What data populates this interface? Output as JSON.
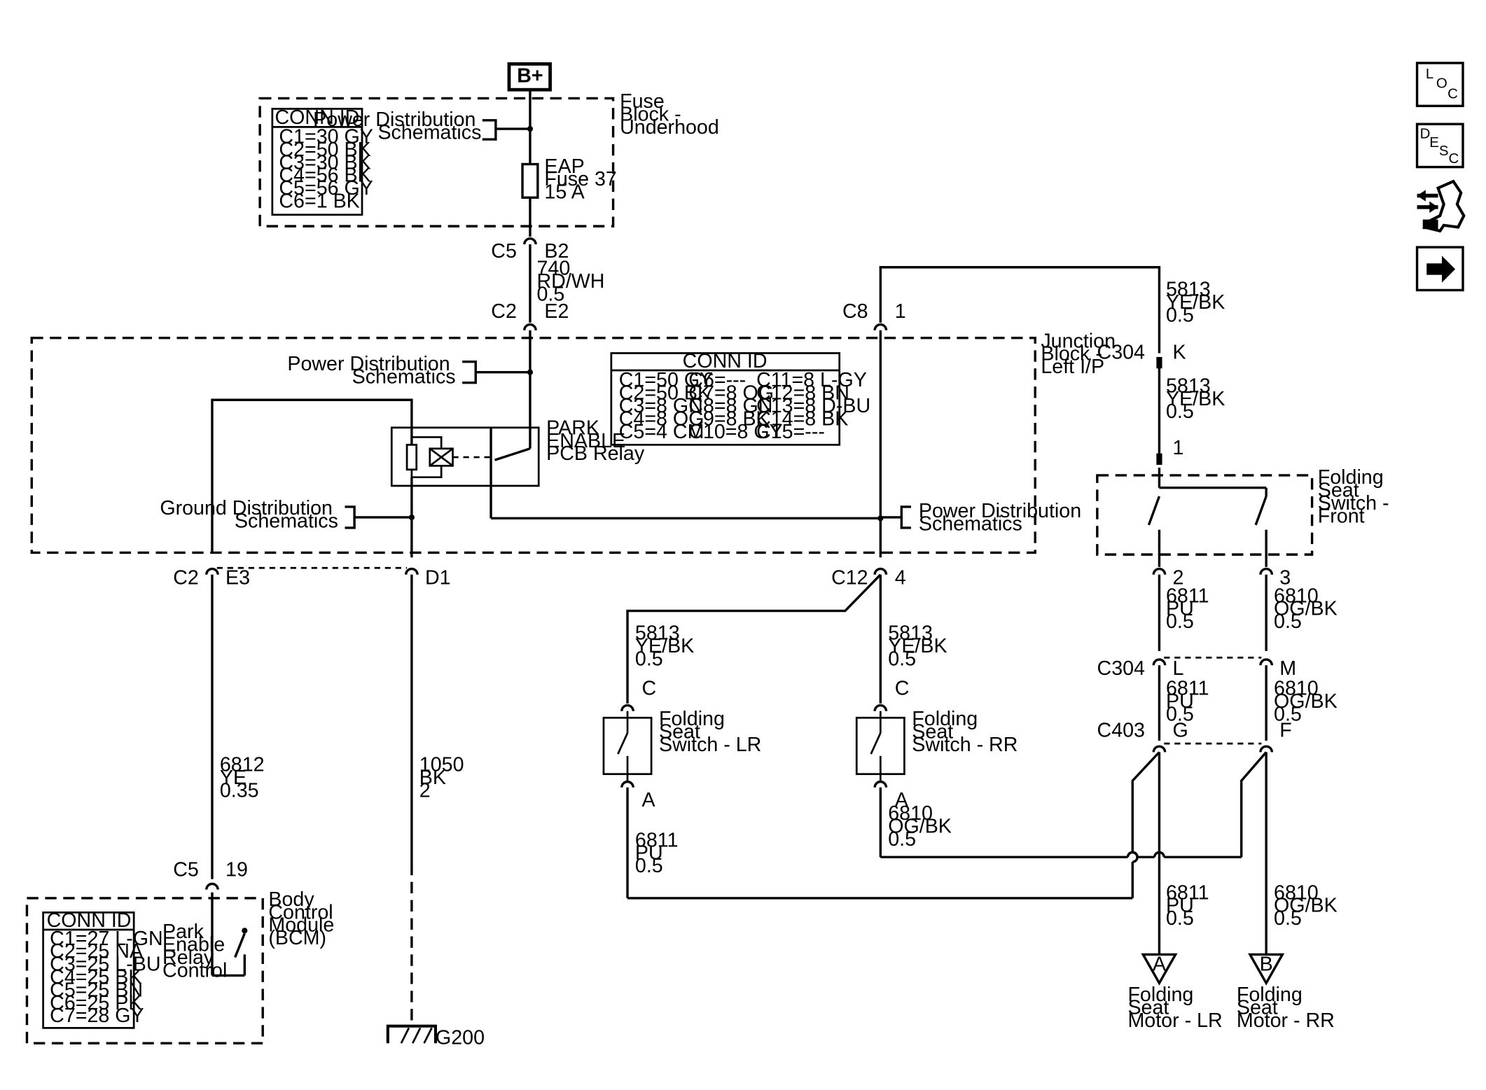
{
  "top": {
    "b_plus": "B+"
  },
  "fuse_block": {
    "title": [
      "Fuse",
      "Block -",
      "Underhood"
    ],
    "conn_id_header": "CONN ID",
    "conn_ids": [
      "C1=30 GY",
      "C2=50 BK",
      "C3=30 BK",
      "C4=56 BK",
      "C5=56 GY",
      "C6=1 BK"
    ],
    "power_dist": [
      "Power Distribution",
      "Schematics"
    ],
    "fuse": [
      "EAP",
      "Fuse 37",
      "15 A"
    ]
  },
  "conn_c5_b2": {
    "c": "C5",
    "p": "B2"
  },
  "wire_740": [
    "740",
    "RD/WH",
    "0.5"
  ],
  "conn_c2_e2": {
    "c": "C2",
    "p": "E2"
  },
  "conn_c8_1": {
    "c": "C8",
    "p": "1"
  },
  "wire_5813_top": [
    "5813",
    "YE/BK",
    "0.5"
  ],
  "conn_c304_k": {
    "c": "C304",
    "p": "K"
  },
  "wire_5813_mid": [
    "5813",
    "YE/BK",
    "0.5"
  ],
  "junction_block": {
    "title": [
      "Junction",
      "Block -",
      "Left I/P"
    ],
    "conn_id_header": "CONN ID",
    "conn_col1": [
      "C1=50 GY",
      "C2=50 BK",
      "C3=8 GN",
      "C4=8 OG",
      "C5=4 CM"
    ],
    "conn_col2": [
      "C6=---",
      "C7=8 OG",
      "C8=8 GN",
      "C9=8 BK",
      "C10=8 GY"
    ],
    "conn_col3": [
      "C11=8 L-GY",
      "C12=8 BN",
      "C13=8 D-BU",
      "C14=8 BK",
      "C15=---"
    ],
    "power_dist_1": [
      "Power Distribution",
      "Schematics"
    ],
    "relay": [
      "PARK",
      "ENABLE",
      "PCB Relay"
    ],
    "ground_dist": [
      "Ground Distribution",
      "Schematics"
    ],
    "power_dist_2": [
      "Power Distribution",
      "Schematics"
    ]
  },
  "fsw_front": {
    "pin1": "1",
    "title": [
      "Folding",
      "Seat",
      "Switch -",
      "Front"
    ],
    "pin2": "2",
    "pin3": "3"
  },
  "conn_c2_e3": {
    "c": "C2",
    "p": "E3"
  },
  "conn_d1": "D1",
  "conn_c12_4": {
    "c": "C12",
    "p": "4"
  },
  "wire_5813_lr": [
    "5813",
    "YE/BK",
    "0.5"
  ],
  "wire_5813_rr": [
    "5813",
    "YE/BK",
    "0.5"
  ],
  "wire_6811_a": [
    "6811",
    "PU",
    "0.5"
  ],
  "wire_6810_a": [
    "6810",
    "OG/BK",
    "0.5"
  ],
  "conn_c304_lm": {
    "c": "C304",
    "l": "L",
    "m": "M"
  },
  "wire_6811_b": [
    "6811",
    "PU",
    "0.5"
  ],
  "wire_6810_b": [
    "6810",
    "OG/BK",
    "0.5"
  ],
  "conn_c403": {
    "c": "C403",
    "g": "G",
    "f": "F"
  },
  "fsw_lr": {
    "pin_c": "C",
    "title": [
      "Folding",
      "Seat",
      "Switch - LR"
    ],
    "pin_a": "A"
  },
  "fsw_rr": {
    "pin_c": "C",
    "title": [
      "Folding",
      "Seat",
      "Switch - RR"
    ],
    "pin_a": "A"
  },
  "wire_6812": [
    "6812",
    "YE",
    "0.35"
  ],
  "wire_1050": [
    "1050",
    "BK",
    "2"
  ],
  "wire_6810_rr": [
    "6810",
    "OG/BK",
    "0.5"
  ],
  "wire_6811_lr": [
    "6811",
    "PU",
    "0.5"
  ],
  "conn_c5_19": {
    "c": "C5",
    "p": "19"
  },
  "wire_6811_c": [
    "6811",
    "PU",
    "0.5"
  ],
  "wire_6810_c": [
    "6810",
    "OG/BK",
    "0.5"
  ],
  "bcm": {
    "title": [
      "Body",
      "Control",
      "Module",
      "(BCM)"
    ],
    "conn_id_header": "CONN ID",
    "conn_ids": [
      "C1=27 L-GN",
      "C2=25 NA",
      "C3=25 L-BU",
      "C4=25 BK",
      "C5=25 BN",
      "C6=25 PK",
      "C7=28 GY"
    ],
    "relay_ctrl": [
      "Park",
      "Enable",
      "Relay",
      "Control"
    ]
  },
  "ground": "G200",
  "motor_a": {
    "letter": "A",
    "title": [
      "Folding",
      "Seat",
      "Motor - LR"
    ]
  },
  "motor_b": {
    "letter": "B",
    "title": [
      "Folding",
      "Seat",
      "Motor - RR"
    ]
  },
  "nav": {
    "loc": [
      "L",
      "O",
      "C"
    ],
    "desc": [
      "D",
      "E",
      "S",
      "C"
    ]
  }
}
